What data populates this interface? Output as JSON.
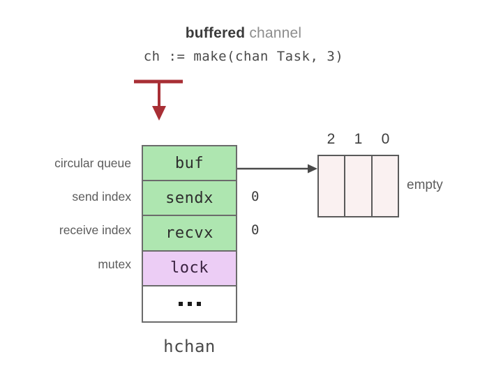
{
  "title": {
    "emphasis": "buffered",
    "rest": " channel",
    "code": "ch := make(chan Task, 3)"
  },
  "arrow": {
    "color": "#a82f35",
    "name": "make-call-pointer"
  },
  "hchan": {
    "caption": "hchan",
    "border_color": "#6b6b6b",
    "rows": [
      {
        "name": "buf",
        "text": "buf",
        "label": "circular queue",
        "value": "",
        "fill": "#aee6b0",
        "style": "green"
      },
      {
        "name": "sendx",
        "text": "sendx",
        "label": "send index",
        "value": "0",
        "fill": "#aee6b0",
        "style": "green"
      },
      {
        "name": "recvx",
        "text": "recvx",
        "label": "receive index",
        "value": "0",
        "fill": "#aee6b0",
        "style": "green"
      },
      {
        "name": "lock",
        "text": "lock",
        "label": "mutex",
        "value": "",
        "fill": "#eccdf5",
        "style": "purple"
      },
      {
        "name": "more",
        "text": "...",
        "label": "",
        "value": "",
        "fill": "#ffffff",
        "style": "plain"
      }
    ]
  },
  "buffer": {
    "capacity": 3,
    "indices": [
      "2",
      "1",
      "0"
    ],
    "slots": [
      "",
      "",
      ""
    ],
    "state_label": "empty",
    "fill": "#faf1f1",
    "border_color": "#5a5a5a"
  },
  "connector": {
    "name": "buf-to-buffer-arrow",
    "color": "#4a4a4a"
  }
}
